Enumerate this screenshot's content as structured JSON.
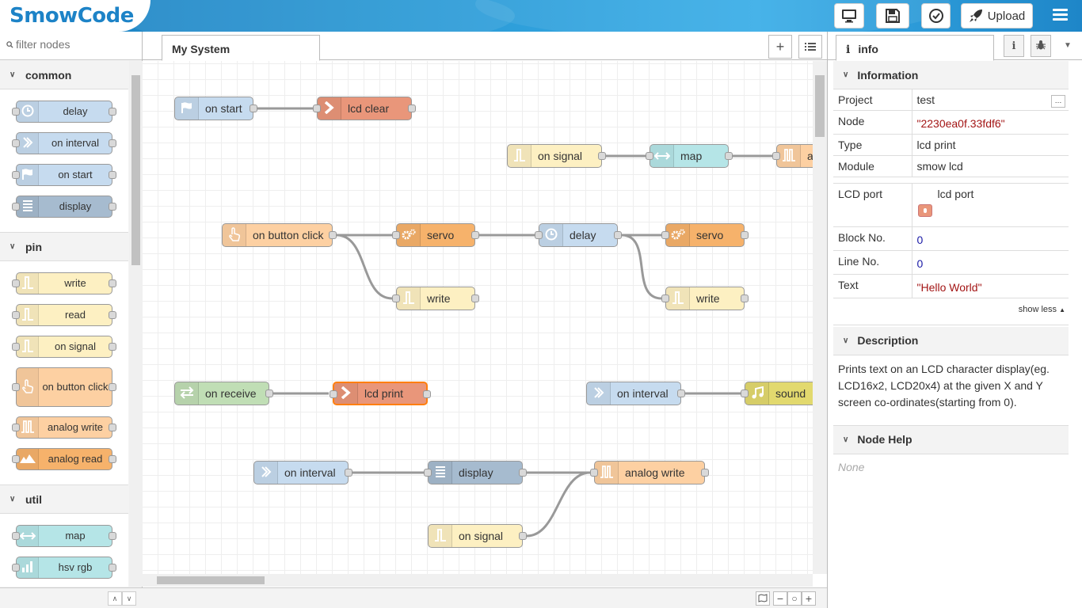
{
  "header": {
    "logo": "SmowCode",
    "upload_label": "Upload"
  },
  "palette": {
    "filter_placeholder": "filter nodes",
    "categories": [
      {
        "name": "common",
        "nodes": [
          {
            "label": "delay",
            "color": "#c6dbef",
            "icon": "clock-icon"
          },
          {
            "label": "on interval",
            "color": "#c6dbef",
            "icon": "arrow-icon"
          },
          {
            "label": "on start",
            "color": "#c6dbef",
            "icon": "flag-icon"
          },
          {
            "label": "display",
            "color": "#a6bbcf",
            "icon": "list-icon"
          }
        ]
      },
      {
        "name": "pin",
        "nodes": [
          {
            "label": "write",
            "color": "#fdf0c2",
            "icon": "pulse-icon"
          },
          {
            "label": "read",
            "color": "#fdf0c2",
            "icon": "pulse-icon"
          },
          {
            "label": "on signal",
            "color": "#fdf0c2",
            "icon": "pulse-icon"
          },
          {
            "label": "on button click",
            "color": "#fdd0a2",
            "icon": "hand-icon"
          },
          {
            "label": "analog write",
            "color": "#fdd0a2",
            "icon": "wave-icon"
          },
          {
            "label": "analog read",
            "color": "#f6b26b",
            "icon": "mountain-icon"
          }
        ]
      },
      {
        "name": "util",
        "nodes": [
          {
            "label": "map",
            "color": "#b5e5e7",
            "icon": "double-arrow-icon"
          },
          {
            "label": "hsv rgb",
            "color": "#b5e5e7",
            "icon": "bars-icon"
          }
        ]
      }
    ]
  },
  "workspace": {
    "tab": "My System",
    "nodes": [
      {
        "id": "n1",
        "label": "on start",
        "color": "#c6dbef",
        "icon": "flag-icon",
        "in": false,
        "out": true
      },
      {
        "id": "n2",
        "label": "lcd clear",
        "color": "#e9967a",
        "icon": "chevron-icon",
        "in": true,
        "out": true
      },
      {
        "id": "n3",
        "label": "on signal",
        "color": "#fdf0c2",
        "icon": "pulse-icon",
        "in": false,
        "out": true
      },
      {
        "id": "n4",
        "label": "map",
        "color": "#b5e5e7",
        "icon": "double-arrow-icon",
        "in": true,
        "out": true
      },
      {
        "id": "n5",
        "label": "a",
        "color": "#fdd0a2",
        "icon": "wave-icon",
        "in": true,
        "out": false
      },
      {
        "id": "n6",
        "label": "on button click",
        "color": "#fdd0a2",
        "icon": "hand-icon",
        "in": false,
        "out": true
      },
      {
        "id": "n7",
        "label": "servo",
        "color": "#f6b26b",
        "icon": "gears-icon",
        "in": true,
        "out": true
      },
      {
        "id": "n8",
        "label": "delay",
        "color": "#c6dbef",
        "icon": "clock-icon",
        "in": true,
        "out": true
      },
      {
        "id": "n9",
        "label": "servo",
        "color": "#f6b26b",
        "icon": "gears-icon",
        "in": true,
        "out": true
      },
      {
        "id": "n10",
        "label": "write",
        "color": "#fdf0c2",
        "icon": "pulse-icon",
        "in": true,
        "out": true
      },
      {
        "id": "n11",
        "label": "write",
        "color": "#fdf0c2",
        "icon": "pulse-icon",
        "in": true,
        "out": true
      },
      {
        "id": "n12",
        "label": "on receive",
        "color": "#c0deb5",
        "icon": "swap-icon",
        "in": false,
        "out": true
      },
      {
        "id": "n13",
        "label": "lcd print",
        "color": "#e9967a",
        "icon": "chevron-icon",
        "in": true,
        "out": true
      },
      {
        "id": "n14",
        "label": "on interval",
        "color": "#c6dbef",
        "icon": "arrow-icon",
        "in": false,
        "out": true
      },
      {
        "id": "n15",
        "label": "sound",
        "color": "#e2d96e",
        "icon": "music-icon",
        "in": true,
        "out": false
      },
      {
        "id": "n16",
        "label": "on interval",
        "color": "#c6dbef",
        "icon": "arrow-icon",
        "in": false,
        "out": true
      },
      {
        "id": "n17",
        "label": "display",
        "color": "#a6bbcf",
        "icon": "list-icon",
        "in": true,
        "out": true
      },
      {
        "id": "n18",
        "label": "analog write",
        "color": "#fdd0a2",
        "icon": "wave-icon",
        "in": true,
        "out": true
      },
      {
        "id": "n19",
        "label": "on signal",
        "color": "#fdf0c2",
        "icon": "pulse-icon",
        "in": false,
        "out": true
      }
    ]
  },
  "sidebar": {
    "tab": "info",
    "information_title": "Information",
    "props": [
      {
        "key": "Project",
        "value": "test"
      },
      {
        "key": "Node",
        "value": "\"2230ea0f.33fdf6\""
      },
      {
        "key": "Type",
        "value": "lcd print"
      },
      {
        "key": "Module",
        "value": "smow lcd"
      }
    ],
    "props2": [
      {
        "key": "LCD port",
        "value": "lcd port"
      },
      {
        "key": "Block No.",
        "value": "0"
      },
      {
        "key": "Line No.",
        "value": "0"
      },
      {
        "key": "Text",
        "value": "\"Hello World\""
      }
    ],
    "show_less": "show less",
    "description_title": "Description",
    "description": "Prints text on an LCD character display(eg. LCD16x2, LCD20x4) at the given X and Y screen co-ordinates(starting from 0).",
    "help_title": "Node Help",
    "help_text": "None"
  }
}
